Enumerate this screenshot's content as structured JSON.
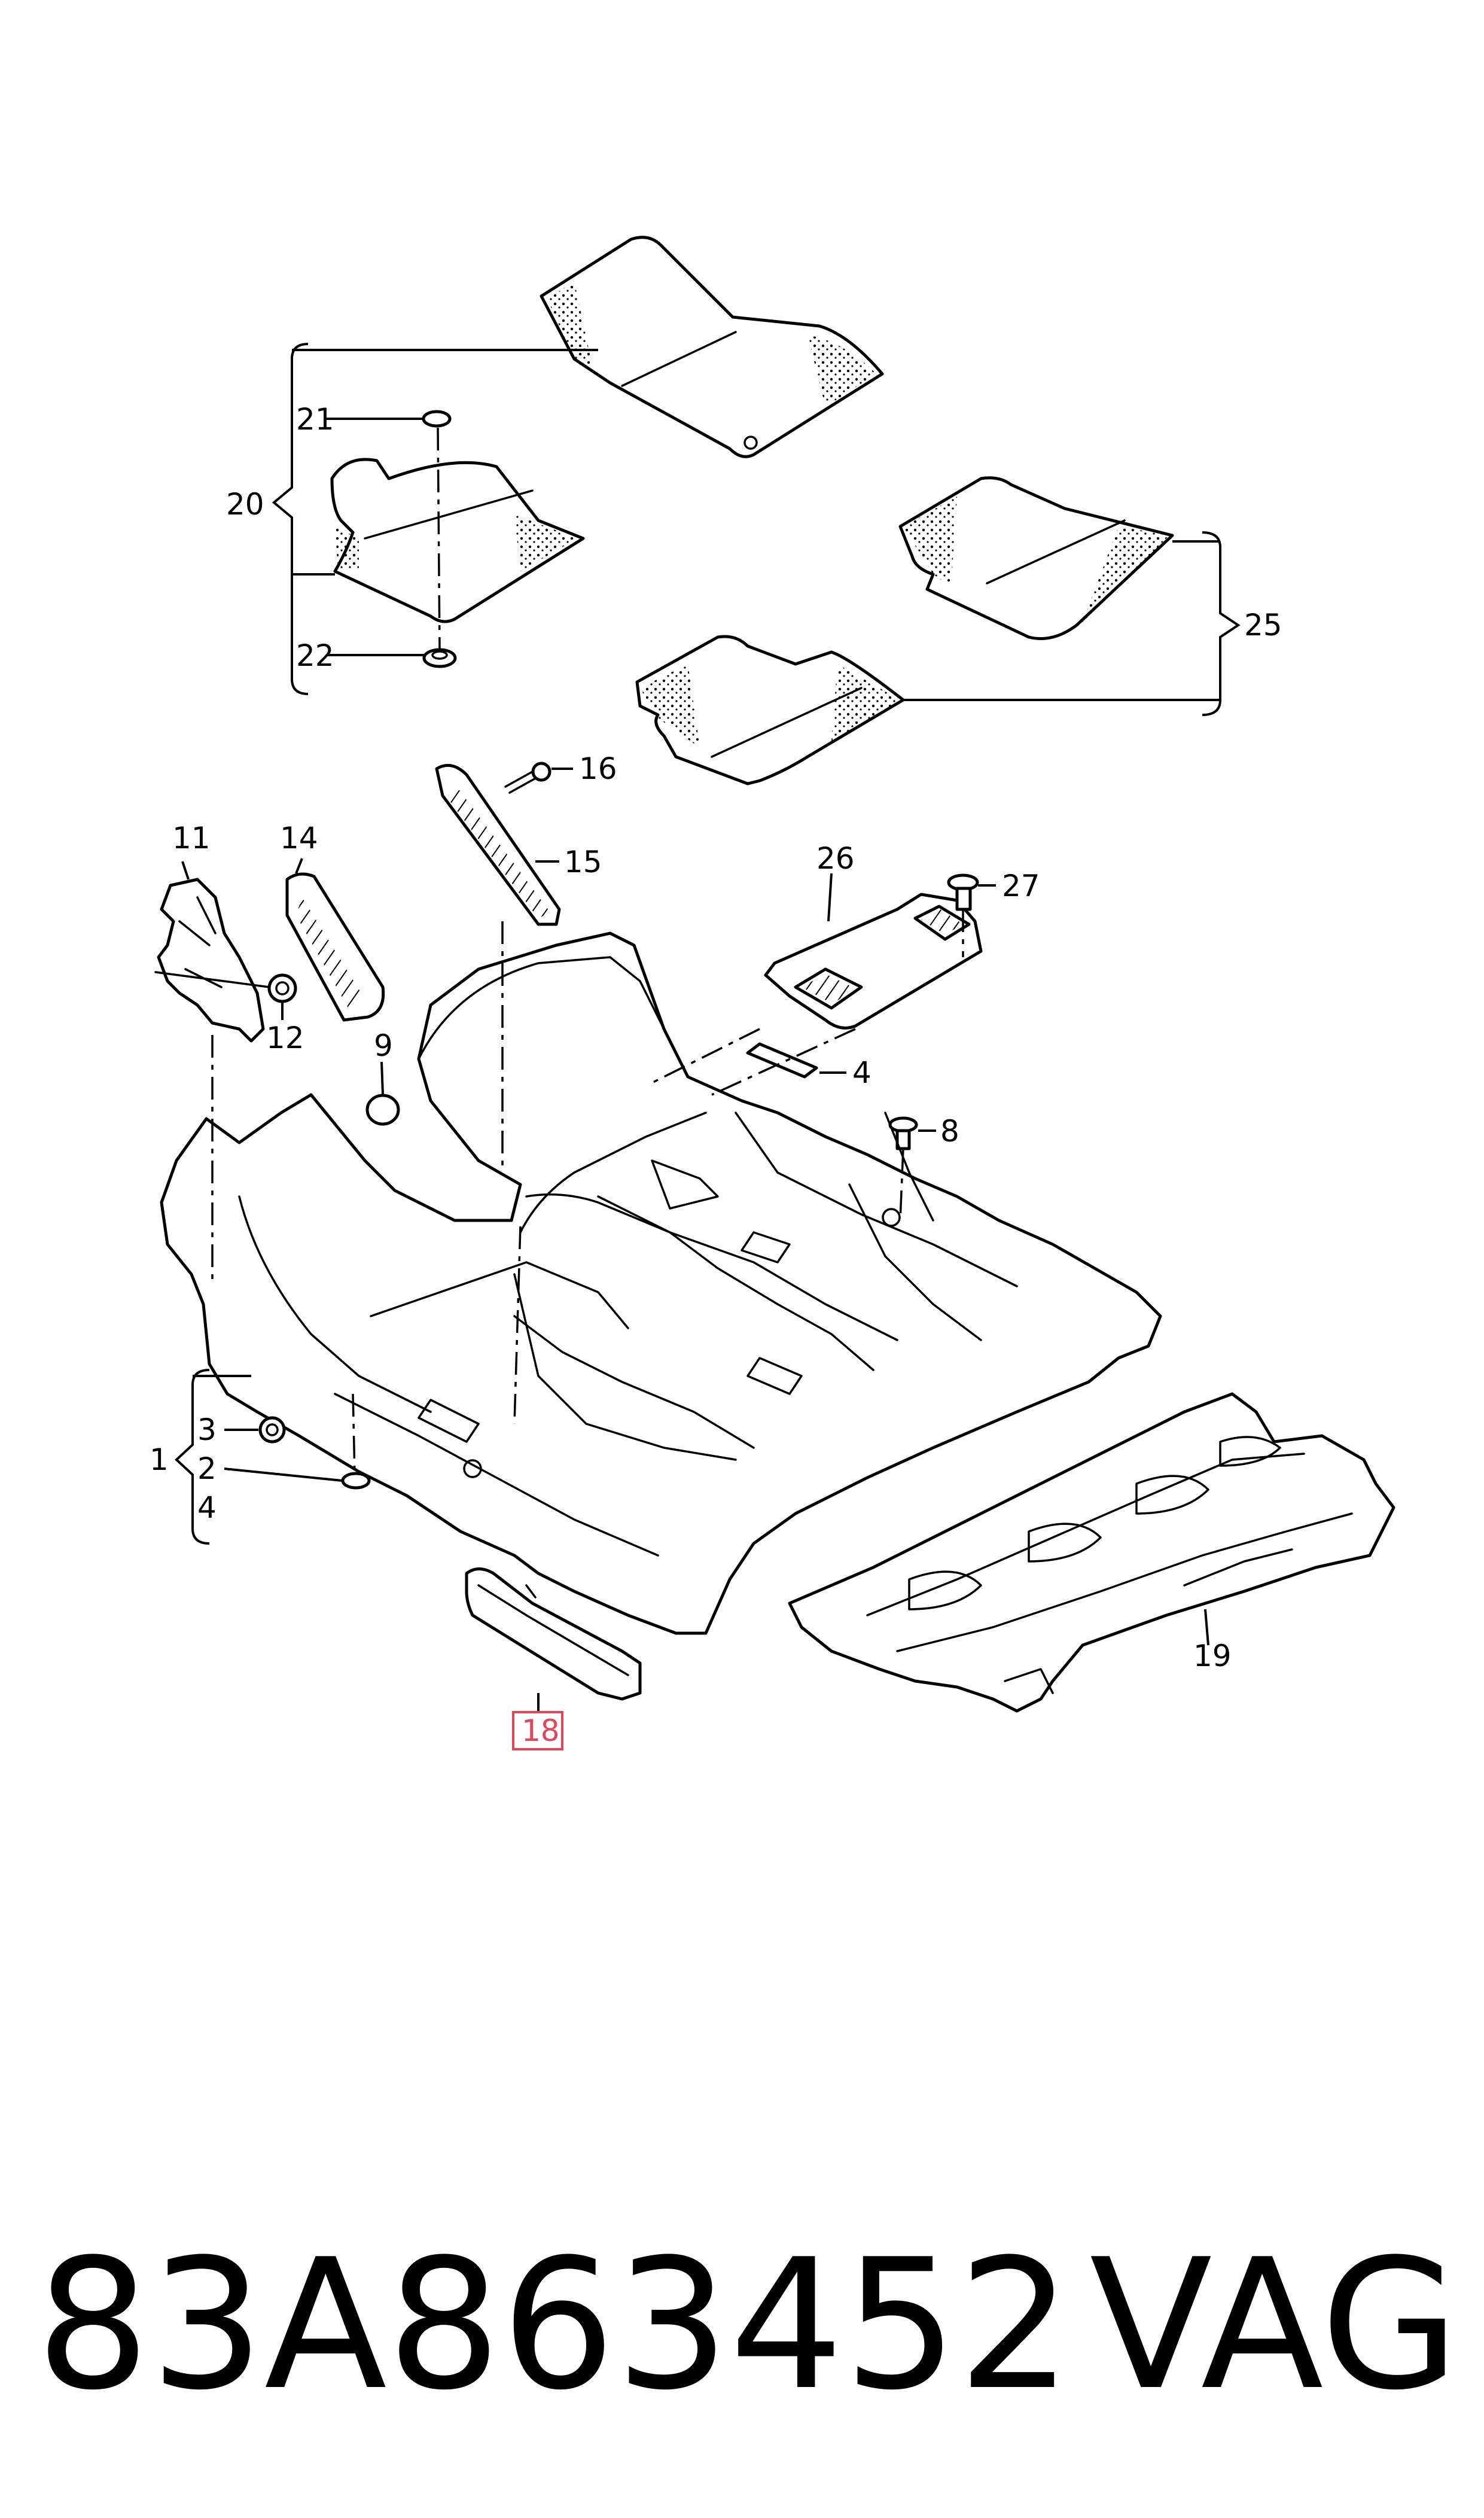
{
  "diagram": {
    "callouts": {
      "c1": "1",
      "c2": "2",
      "c3": "3",
      "c4a": "4",
      "c4b": "4",
      "c8": "8",
      "c9": "9",
      "c11": "11",
      "c12": "12",
      "c14": "14",
      "c15": "15",
      "c16": "16",
      "c18": "18",
      "c19": "19",
      "c20": "20",
      "c21": "21",
      "c22": "22",
      "c25": "25",
      "c26": "26",
      "c27": "27"
    },
    "highlighted_part": "18",
    "highlight_color": "#e0475b"
  },
  "footer": {
    "part_number": "83A863452",
    "brand": "VAG"
  }
}
